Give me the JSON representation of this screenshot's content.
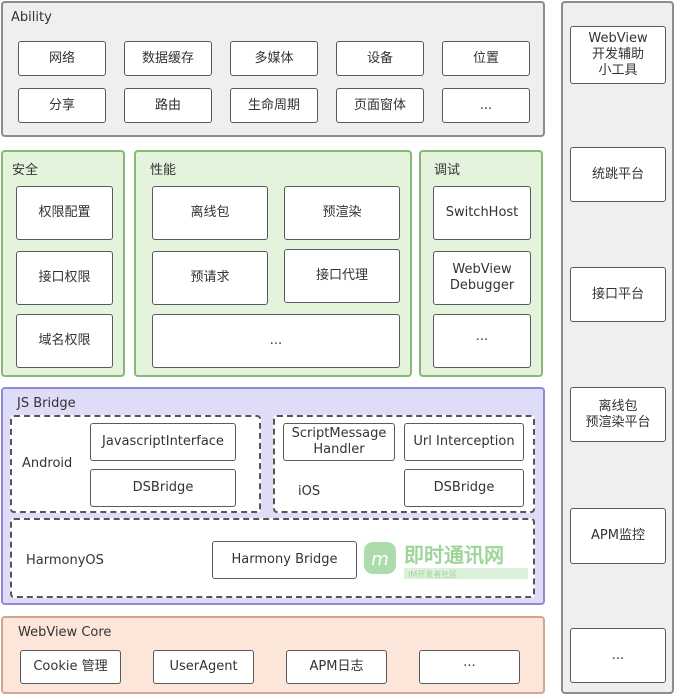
{
  "ability": {
    "title": "Ability",
    "items": [
      "网络",
      "数据缓存",
      "多媒体",
      "设备",
      "位置",
      "分享",
      "路由",
      "生命周期",
      "页面窗体",
      "..."
    ]
  },
  "security": {
    "title": "安全",
    "items": [
      "权限配置",
      "接口权限",
      "域名权限"
    ]
  },
  "performance": {
    "title": "性能",
    "items": [
      "离线包",
      "预渲染",
      "预请求",
      "接口代理",
      "..."
    ]
  },
  "debug": {
    "title": "调试",
    "items": [
      "SwitchHost",
      "WebView\nDebugger",
      "···"
    ]
  },
  "jsbridge": {
    "title": "JS Bridge",
    "android": {
      "label": "Android",
      "items": [
        "JavascriptInterface",
        "DSBridge"
      ]
    },
    "ios": {
      "label": "iOS",
      "items": [
        "ScriptMessage\nHandler",
        "Url Interception",
        "DSBridge"
      ]
    },
    "harmony": {
      "label": "HarmonyOS",
      "item": "Harmony Bridge"
    }
  },
  "core": {
    "title": "WebView Core",
    "items": [
      "Cookie 管理",
      "UserAgent",
      "APM日志",
      "···"
    ]
  },
  "sidebar": {
    "items": [
      "WebView\n开发辅助\n小工具",
      "统跳平台",
      "接口平台",
      "离线包\n预渲染平台",
      "APM监控",
      "..."
    ]
  },
  "watermark": {
    "text": "即时通讯网",
    "sub": "IM开发者社区",
    "logo": "m"
  },
  "colors": {
    "gray_panel": "#efefef",
    "green_panel": "#e3f3dc",
    "purple_panel": "#dedcf6",
    "peach_panel": "#fbe6d9",
    "watermark": "#7ec87a"
  }
}
